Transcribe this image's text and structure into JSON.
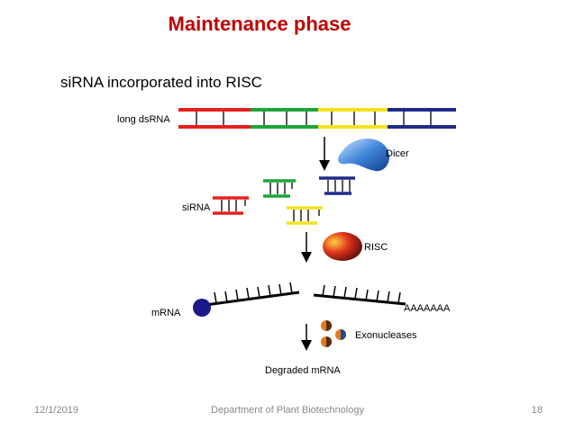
{
  "slide": {
    "title": "Maintenance phase",
    "bullet": "siRNA incorporated into RISC"
  },
  "diagram": {
    "labels": {
      "long_dsrna": "long dsRNA",
      "dicer": "Dicer",
      "sirna": "siRNA",
      "risc": "RISC",
      "mrna": "mRNA",
      "poly_a": "AAAAAAA",
      "exonucleases": "Exonucleases",
      "degraded": "Degraded mRNA"
    },
    "segment_colors": [
      "#e8201e",
      "#1ea53a",
      "#f2e11d",
      "#1f2a8a"
    ]
  },
  "footer": {
    "date": "12/1/2019",
    "center": "Department of Plant Biotechnology",
    "page": "18"
  }
}
